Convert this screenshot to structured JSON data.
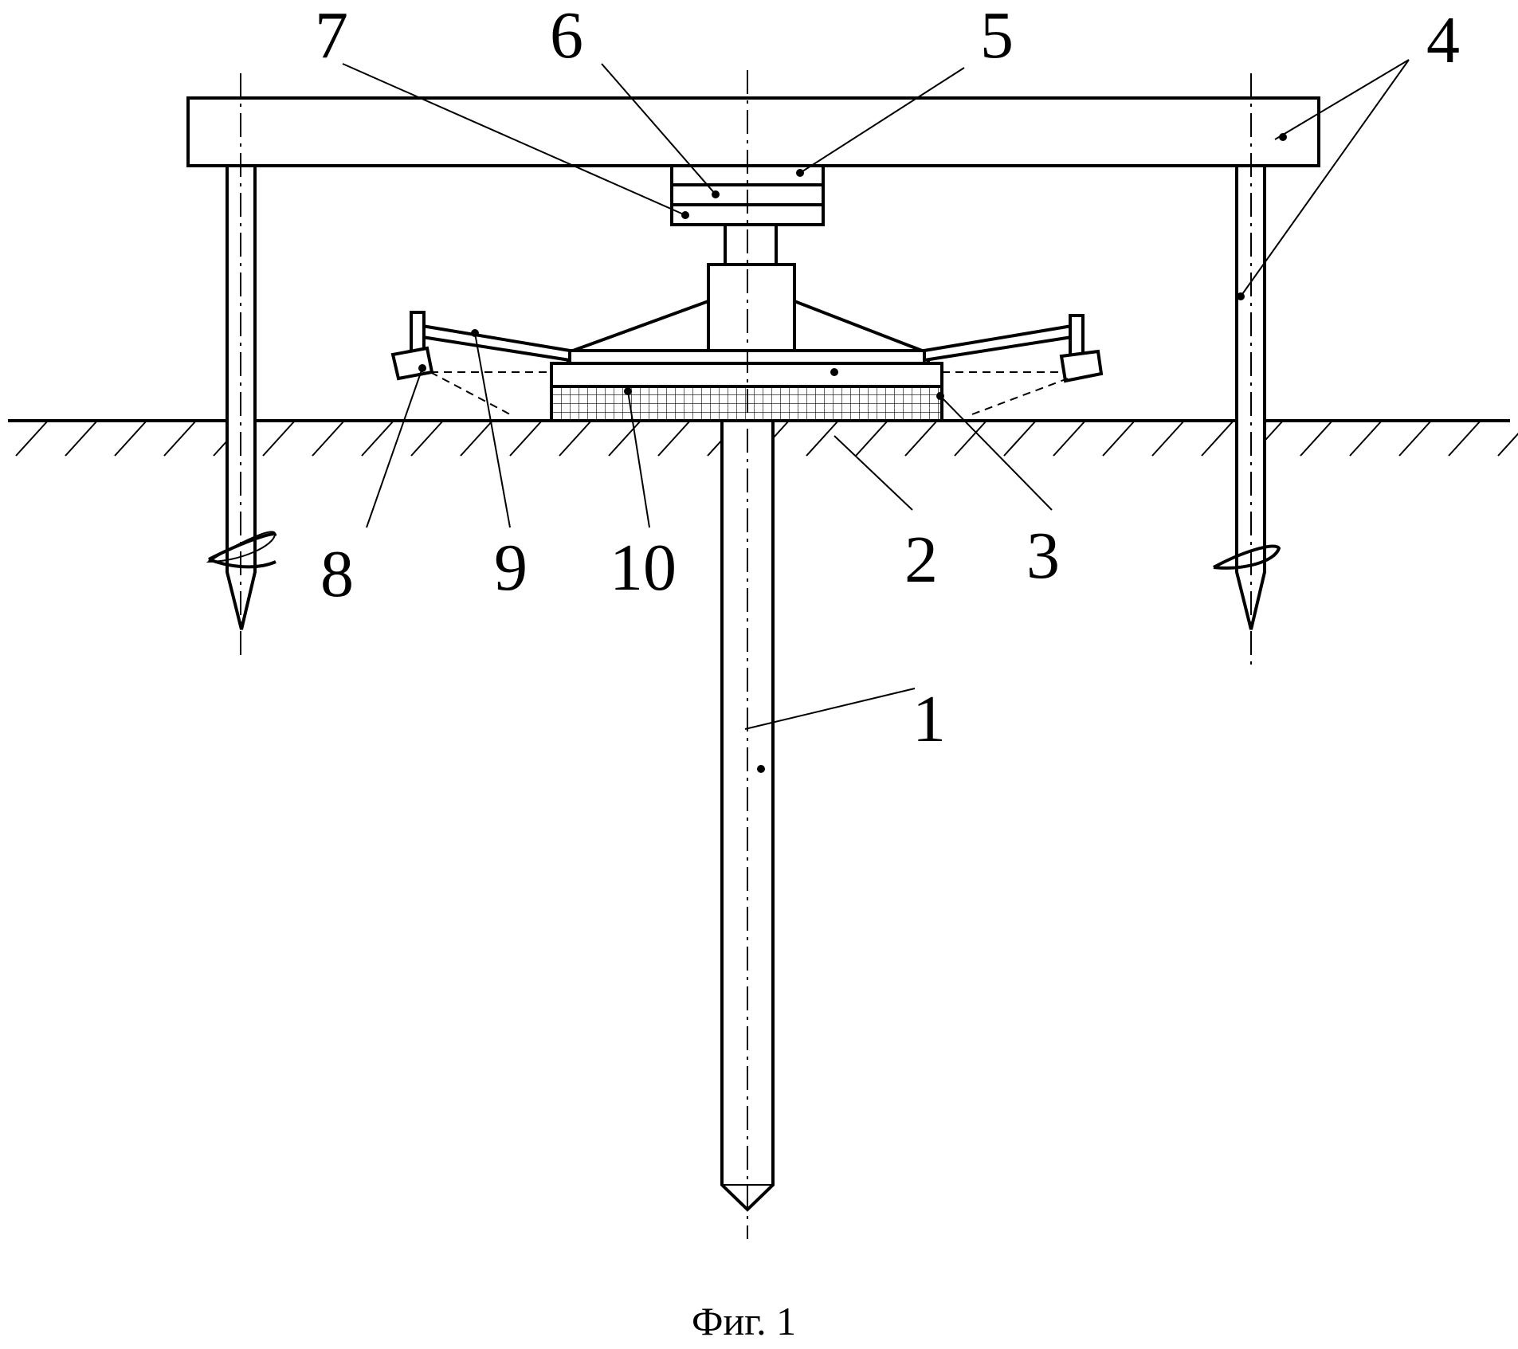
{
  "labels": {
    "l1": "1",
    "l2": "2",
    "l3": "3",
    "l4": "4",
    "l5": "5",
    "l6": "6",
    "l7": "7",
    "l8": "8",
    "l9": "9",
    "l10": "10"
  },
  "caption": "Фиг. 1"
}
